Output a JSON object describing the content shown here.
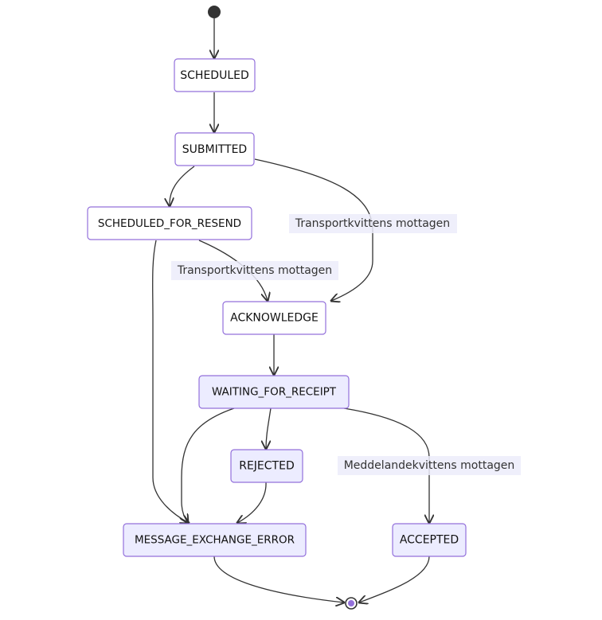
{
  "diagram": {
    "states": {
      "scheduled": "SCHEDULED",
      "submitted": "SUBMITTED",
      "scheduled_for_resend": "SCHEDULED_FOR_RESEND",
      "acknowledge": "ACKNOWLEDGE",
      "waiting_for_receipt": "WAITING_FOR_RECEIPT",
      "rejected": "REJECTED",
      "message_exchange_error": "MESSAGE_EXCHANGE_ERROR",
      "accepted": "ACCEPTED"
    },
    "edge_labels": {
      "submitted_to_acknowledge": "Transportkvittens mottagen",
      "resend_to_acknowledge": "Transportkvittens mottagen",
      "waiting_to_accepted": "Meddelandekvittens mottagen"
    },
    "colors": {
      "node_border": "#9370db",
      "node_fill_plain": "#ffffff",
      "node_fill_highlight": "#ececff",
      "edge": "#333333",
      "label_background": "#ececfa"
    }
  }
}
